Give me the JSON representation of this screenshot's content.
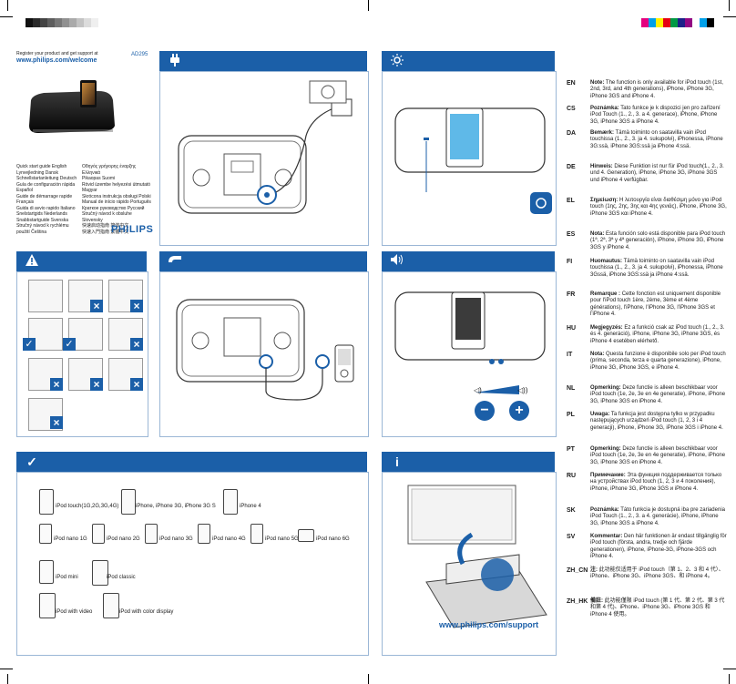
{
  "header": {
    "register_line": "Register your product and get support at",
    "register_url": "www.philips.com/welcome",
    "model": "AD295",
    "brand": "PHILIPS"
  },
  "quick_start_col1": [
    "Quick start guide  English",
    "Lynvejledning  Dansk",
    "Schnellstartanleitung  Deutsch",
    "Guía de configuración rápida  Español",
    "Guide de démarrage rapide  Français",
    "Guida di avvio rapido  Italiano",
    "Snelstartgids  Nederlands",
    "Snabbstartguide  Svenska",
    "Stručný návod k rychlému použití  Čeština"
  ],
  "quick_start_col2": [
    "Οδηγός γρήγορης έναρξης  Ελληνικά",
    "Pikaopas  Suomi",
    "Rövid üzembe helyezési útmutató  Magyar",
    "Skrócona instrukcja obsługi  Polski",
    "Manual de início rápido  Português",
    "Краткое руководство  Русский",
    "Stručný návod k obsluhe  Slovensky",
    "快速启动指南  简体中文",
    "快速入門指南  繁體中文"
  ],
  "icons": {
    "power": "plug-icon",
    "light": "brightness-icon",
    "warning": "warning-icon",
    "connect": "dock-connect-icon",
    "volume": "speaker-icon",
    "compatible": "checkmark-icon",
    "info": "info-icon"
  },
  "compat": {
    "ipod_touch": "iPod touch(1G,2G,3G,4G)",
    "iphone": "iPhone, iPhone 3G, iPhone 3G S",
    "iphone4": "iPhone 4",
    "nano1": "iPod nano 1G",
    "nano2": "iPod nano 2G",
    "nano3": "iPod nano 3G",
    "nano4": "iPod nano 4G",
    "nano5": "iPod nano 5G",
    "nano6": "iPod nano 6G",
    "mini": "iPod mini",
    "classic": "iPod classic",
    "video": "iPod with video",
    "color": "iPod with color display"
  },
  "support_url": "www.philips.com/support",
  "volume_minus": "−",
  "volume_plus": "+",
  "languages": [
    {
      "code": "EN",
      "label": "Note:",
      "text": "The function is only available for iPod touch (1st, 2nd, 3rd, and 4th generations), iPhone, iPhone 3G, iPhone 3GS and iPhone 4."
    },
    {
      "code": "CS",
      "label": "Poznámka:",
      "text": "Tato funkce je k dispozici jen pro zařízení iPod Touch (1., 2., 3. a 4. generace), iPhone, iPhone 3G, iPhone 3GS a iPhone 4."
    },
    {
      "code": "DA",
      "label": "Bemærk:",
      "text": "Tämä toiminto on saatavilla vain iPod touchissa (1., 2., 3. ja 4. sukupolvi), iPhonessa, iPhone 3G:ssä, iPhone 3GS:ssä ja iPhone 4:ssä."
    },
    {
      "code": "DE",
      "label": "Hinweis:",
      "text": "Diese Funktion ist nur für iPod touch(1., 2., 3. und 4. Generation), iPhone, iPhone 3G, iPhone 3GS und iPhone 4 verfügbar."
    },
    {
      "code": "EL",
      "label": "Σημείωση:",
      "text": "Η λειτουργία είναι διαθέσιμη μόνο για iPod touch (1ης, 2ης, 3ης και 4ης γενιάς), iPhone, iPhone 3G, iPhone 3GS και iPhone 4."
    },
    {
      "code": "ES",
      "label": "Nota:",
      "text": "Esta función solo está disponible para iPod touch (1ª, 2ª, 3ª y 4ª generación), iPhone, iPhone 3G, iPhone 3GS y iPhone 4."
    },
    {
      "code": "FI",
      "label": "Huomautus:",
      "text": "Tämä toiminto on saatavilla vain iPod touchissa (1., 2., 3. ja 4. sukupolvi), iPhonessa, iPhone 3Gssä, iPhone 3GS:ssä ja iPhone 4:ssä."
    },
    {
      "code": "FR",
      "label": "Remarque :",
      "text": "Cette fonction est uniquement disponible pour l'iPod touch 1ère, 2ème, 3ème et 4ème générations), l'iPhone, l'iPhone 3G, l'iPhone 3GS et l'iPhone 4."
    },
    {
      "code": "HU",
      "label": "Megjegyzés:",
      "text": "Ez a funkció csak az iPod touch (1., 2., 3. és 4. generáció), iPhone, iPhone 3G, iPhone 3GS, és iPhone 4 esetében elérhető."
    },
    {
      "code": "IT",
      "label": "Nota:",
      "text": "Questa funzione è disponibile solo per iPod touch (prima, seconda, terza e quarta generazione), iPhone, iPhone 3G, iPhone 3GS, e iPhone 4."
    },
    {
      "code": "NL",
      "label": "Opmerking:",
      "text": "Deze functie is alleen beschikbaar voor iPod touch (1e, 2e, 3e en 4e generatie), iPhone, iPhone 3G, iPhone 3GS en iPhone 4."
    },
    {
      "code": "PL",
      "label": "Uwaga:",
      "text": "Ta funkcja jest dostępna tylko w przypadku następujących urządzeń iPod touch (1, 2, 3 i 4 generacji), iPhone, iPhone 3G, iPhone 3GS i iPhone 4."
    },
    {
      "code": "PT",
      "label": "Opmerking:",
      "text": "Deze functie is alleen beschikbaar voor iPod touch (1e, 2e, 3e en 4e generatie), iPhone, iPhone 3G, iPhone 3GS en iPhone 4."
    },
    {
      "code": "RU",
      "label": "Примечание:",
      "text": "Эта функция поддерживается только на устройствах iPod touch (1, 2, 3 и 4 поколения), iPhone, iPhone 3G, iPhone 3GS и iPhone 4."
    },
    {
      "code": "SK",
      "label": "Poznámka:",
      "text": "Táto funkcia je dostupná iba pre zariadenia iPod Touch (1., 2., 3. a 4. generácie), iPhone, iPhone 3G, iPhone 3GS a iPhone 4."
    },
    {
      "code": "SV",
      "label": "Kommentar:",
      "text": "Den här funktionen är endast tillgänglig för iPod touch (första, andra, tredje och fjärde generationen), iPhone, iPhone-3G, iPhone-3GS och iPhone 4."
    },
    {
      "code": "ZH_CN",
      "label": "注:",
      "text": "此功能仅适用于 iPod touch（第 1、2、3 和 4 代）、iPhone、iPhone 3G、iPhone 3GS、和 iPhone 4。"
    },
    {
      "code": "ZH_HK",
      "label": "備註:",
      "text": "此功能僅限 iPod touch (第 1 代、第 2 代、第 3 代和第 4 代)、iPhone、iPhone 3G、iPhone 3GS 和 iPhone 4 使用。"
    }
  ]
}
